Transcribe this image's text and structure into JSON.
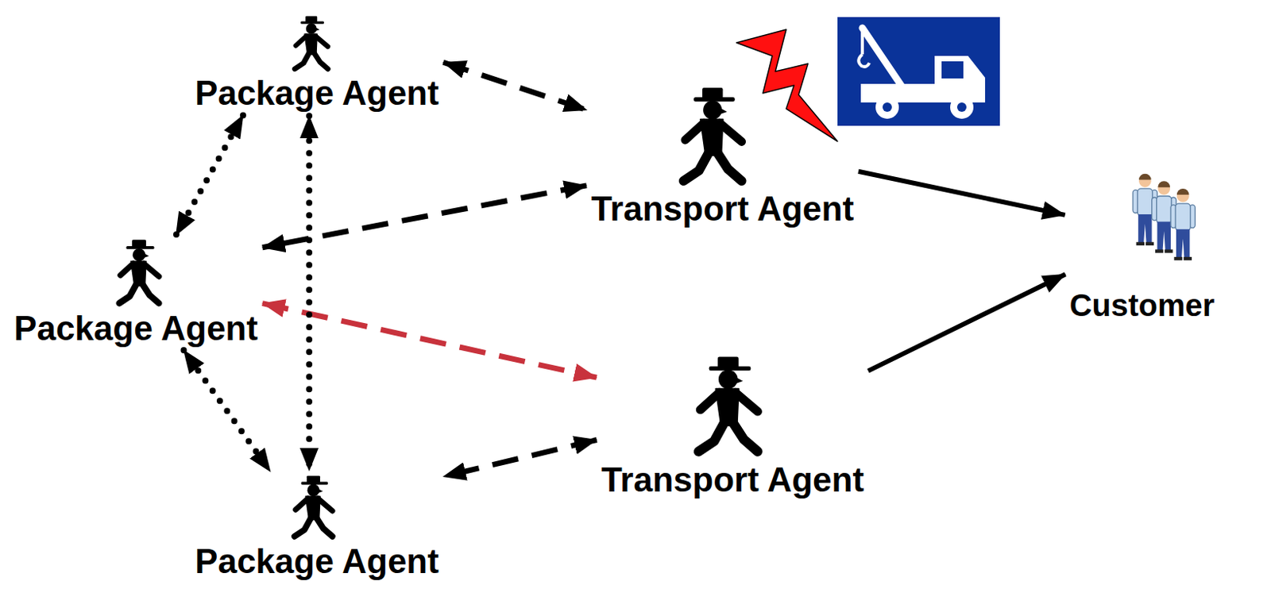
{
  "diagram": {
    "nodes": [
      {
        "text": [
          "Package Agent"
        ]
      },
      {
        "text": [
          "Transport Agent"
        ]
      },
      {
        "text": [
          "Package Agent"
        ]
      },
      {
        "text": [
          "Customer"
        ]
      },
      {
        "text": [
          "Transport Agent"
        ]
      },
      {
        "text": [
          "Package Agent"
        ]
      }
    ],
    "edges": [
      {
        "from": 0,
        "to": 1,
        "arrow": "both"
      },
      {
        "from": 1,
        "to": 2,
        "arrow": "both"
      },
      {
        "from": 2,
        "to": 4,
        "arrow": "both"
      },
      {
        "from": 4,
        "to": 5,
        "arrow": "both"
      },
      {
        "from": 0,
        "to": 2,
        "arrow": "both"
      },
      {
        "from": 0,
        "to": 5,
        "arrow": "both"
      },
      {
        "from": 2,
        "to": 5,
        "arrow": "both"
      },
      {
        "from": 1,
        "to": 3,
        "arrow": "to"
      },
      {
        "from": 4,
        "to": 3,
        "arrow": "to"
      }
    ]
  }
}
